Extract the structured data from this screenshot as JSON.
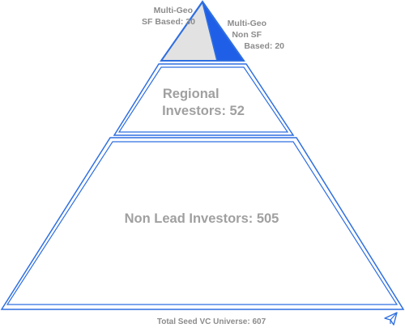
{
  "tiers": {
    "top_left": {
      "line1": "Multi-Geo",
      "line2": "SF Based: 30",
      "count": 30
    },
    "top_right": {
      "line1": "Multi-Geo",
      "line2": "Non SF",
      "line3": "Based: 20",
      "count": 20
    },
    "middle": {
      "line1": "Regional",
      "line2": "Investors: 52",
      "count": 52
    },
    "bottom": {
      "label": "Non Lead Investors: 505",
      "count": 505
    }
  },
  "footer": {
    "total_label": "Total Seed VC Universe: 607",
    "total": 607
  },
  "colors": {
    "outline": "#2f6fe0",
    "top_left_fill": "#e2e2e2",
    "top_right_fill": "#1f5fe8",
    "label_text": "#9a9a9a",
    "logo": "#2f6fe0"
  },
  "icons": {
    "corner_logo": "paper-plane-logo-icon"
  }
}
